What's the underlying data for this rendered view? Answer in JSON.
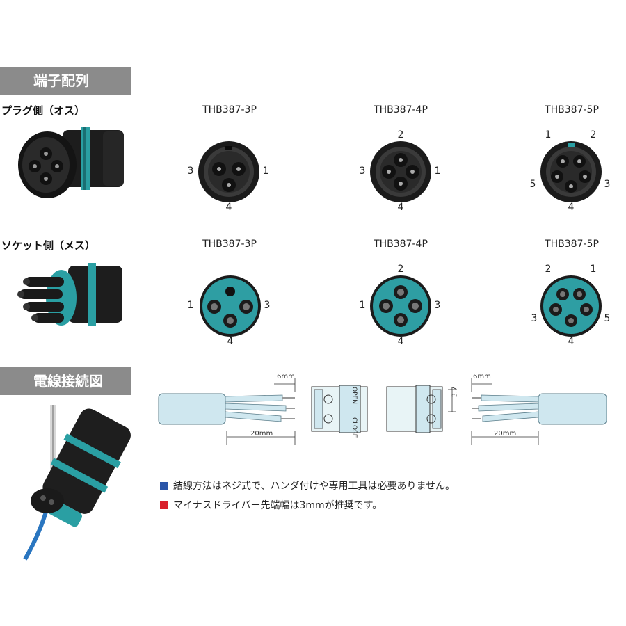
{
  "sections": {
    "pin_layout": "端子配列",
    "wiring": "電線接続図"
  },
  "plug_label": "プラグ側（オス）",
  "socket_label": "ソケット側（メス）",
  "plug": [
    {
      "model": "THB387-3P",
      "pins": [
        "3",
        "1",
        "4"
      ]
    },
    {
      "model": "THB387-4P",
      "pins": [
        "2",
        "3",
        "1",
        "4"
      ]
    },
    {
      "model": "THB387-5P",
      "pins": [
        "1",
        "2",
        "5",
        "3",
        "4"
      ]
    }
  ],
  "socket": [
    {
      "model": "THB387-3P",
      "pins": [
        "1",
        "3",
        "4"
      ]
    },
    {
      "model": "THB387-4P",
      "pins": [
        "2",
        "1",
        "3",
        "4"
      ]
    },
    {
      "model": "THB387-5P",
      "pins": [
        "2",
        "1",
        "3",
        "5",
        "4"
      ]
    }
  ],
  "diagram": {
    "strip_left": "6mm",
    "length_left": "20mm",
    "gap": "3.7",
    "strip_right": "6mm",
    "length_right": "20mm",
    "close_text": "CLOSE",
    "open_text": "OPEN"
  },
  "notes": [
    {
      "text": "結線方法はネジ式で、ハンダ付けや専用工具は必要ありません。",
      "color": "#2a55a8"
    },
    {
      "text": "マイナスドライバー先端幅は3mmが推奨です。",
      "color": "#d9202c"
    }
  ]
}
